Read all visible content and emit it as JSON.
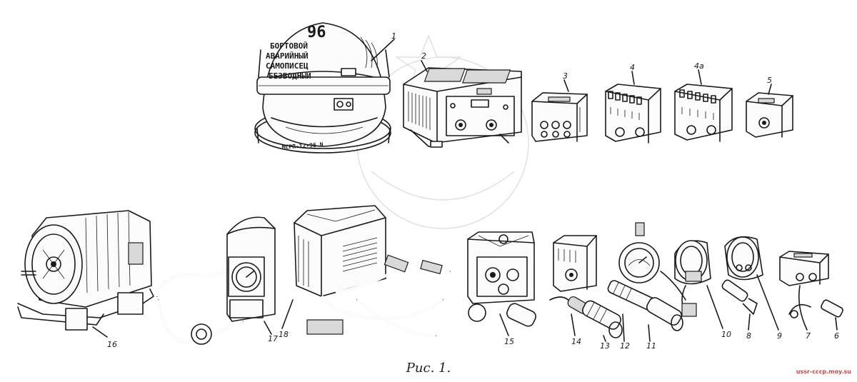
{
  "caption": "Рис. 1.",
  "watermark": "ussr-cccp.moy.su",
  "recorder_markings": {
    "number": "96",
    "line1": "БОРТОВОЙ",
    "line2": "АВАРИЙНЫЙ",
    "line3": "САМОПИСЕЦ",
    "line4": "БЕЗВОДНЫЙ",
    "base_stamp": "МСРП-12-96 N"
  },
  "callouts": [
    "1",
    "2",
    "3",
    "4",
    "4а",
    "5",
    "6",
    "7",
    "8",
    "9",
    "10",
    "11",
    "12",
    "13",
    "14",
    "15",
    "16",
    "17",
    "18"
  ]
}
